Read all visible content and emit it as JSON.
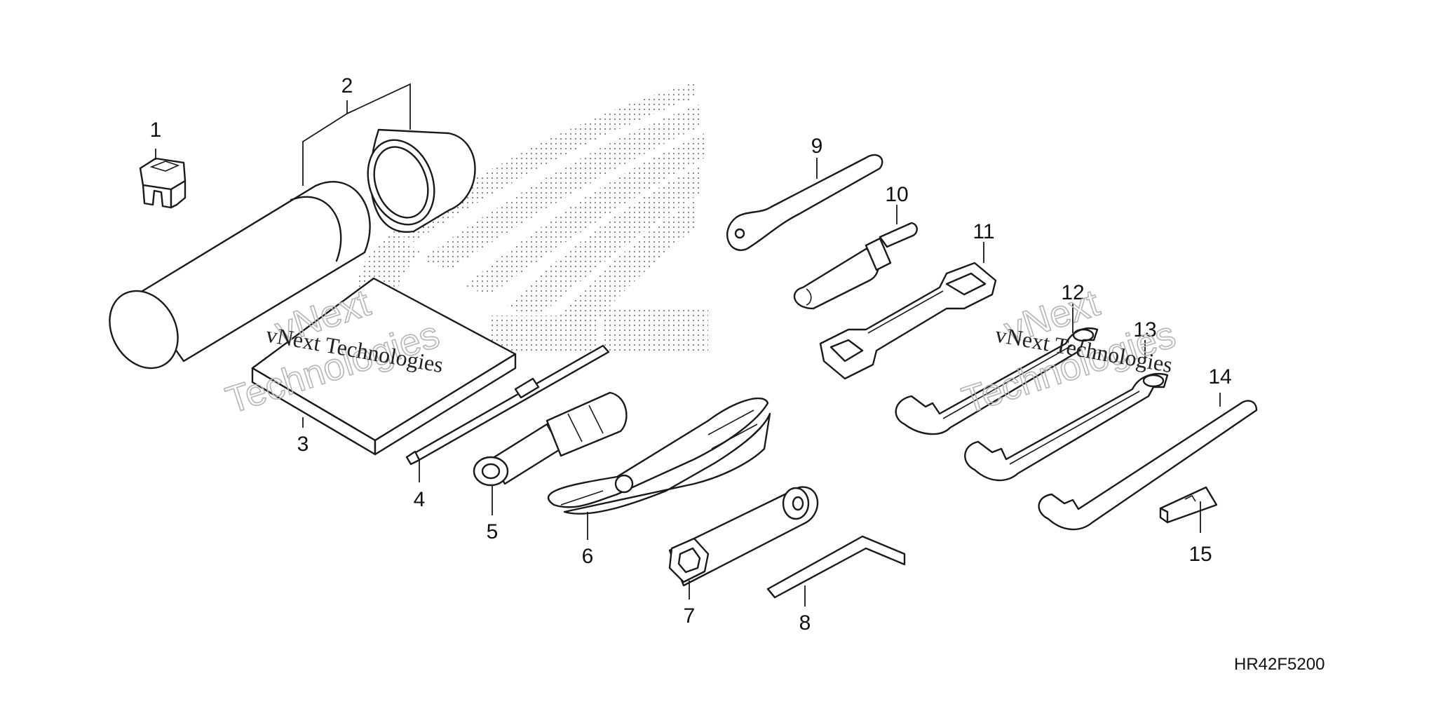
{
  "diagram": {
    "part_numbers": [
      "1",
      "2",
      "3",
      "4",
      "5",
      "6",
      "7",
      "8",
      "9",
      "10",
      "11",
      "12",
      "13",
      "14",
      "15"
    ],
    "drawing_code": "HR42F5200",
    "watermark_text": "vNext Technologies",
    "watermark_line1": "vNext",
    "watermark_line2": "Technologies"
  },
  "colors": {
    "ink": "#1a1a1a",
    "paper": "#ffffff",
    "watermark": "#b5b5b5"
  }
}
